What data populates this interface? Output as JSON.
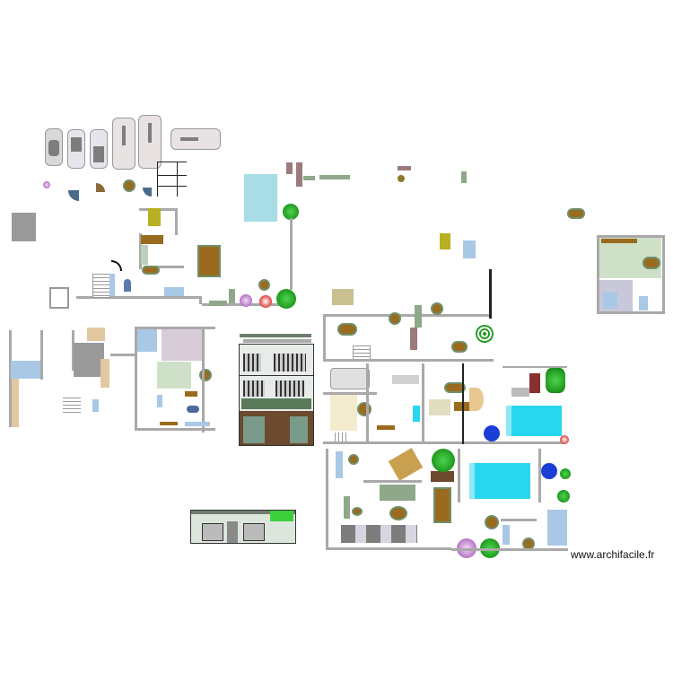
{
  "drawing": {
    "type": "architectural floor plan collection",
    "watermark": "www.archifacile.fr",
    "colors": {
      "background": "#ffffff",
      "wall": "#a9a9a9",
      "wood_furniture": "#9a6b1e",
      "sage_furniture": "#8fa88a",
      "pool_water": "#29d6f0",
      "pool_light": "#a8dde6",
      "tree_green": "#1f9a1f",
      "umbrella_blue": "#1a3fd6",
      "bathroom_blue": "#a9c8e6",
      "bedroom_mauve": "#c8b8c8",
      "living_green": "#cfe0c8",
      "floor_tan": "#e2c8a0",
      "grey_block": "#9a9a9a"
    }
  },
  "groups": {
    "vehicles": {
      "count": 6,
      "label": "cars-top-view"
    },
    "top_left_plan": {
      "label": "house-plan-top-left"
    },
    "left_plans": {
      "label": "house-plans-left"
    },
    "facade_elevation_large": {
      "label": "three-storey-facade"
    },
    "facade_elevation_small": {
      "label": "single-storey-facade"
    },
    "central_plan": {
      "label": "main-house-plan"
    },
    "pool_area_upper": {
      "label": "pool-upper"
    },
    "pool_area_lower": {
      "label": "pool-lower"
    },
    "right_plan": {
      "label": "apartment-plan-right"
    }
  }
}
